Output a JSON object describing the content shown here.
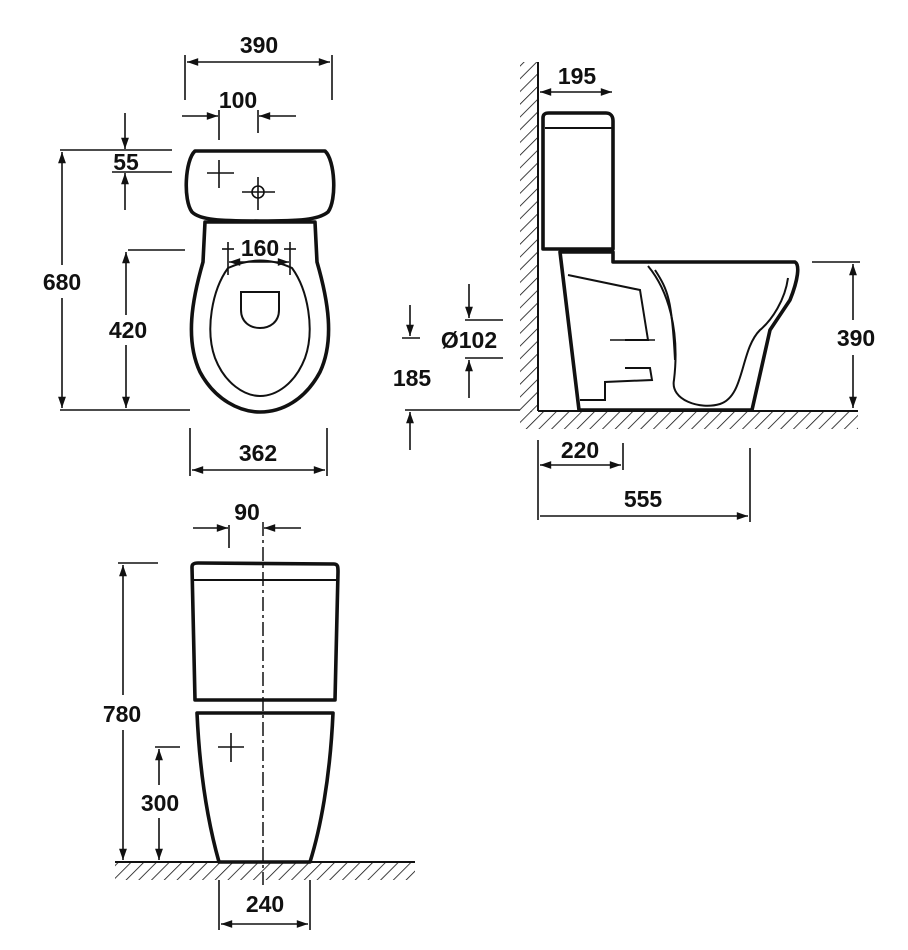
{
  "drawing": {
    "top_view": {
      "overall_width": "390",
      "inlet_offset": "100",
      "inlet_depth": "55",
      "overall_length": "680",
      "seat_hinge_distance": "420",
      "hinge_spacing": "160",
      "bowl_width": "362"
    },
    "side_view": {
      "tank_depth": "195",
      "seat_height": "390",
      "outlet_diameter": "Ø102",
      "outlet_height": "185",
      "outlet_wall_distance": "220",
      "overall_depth": "555"
    },
    "front_view": {
      "inlet_offset": "90",
      "overall_height": "780",
      "inlet_height": "300",
      "base_width": "240"
    }
  },
  "colors": {
    "line": "#111111",
    "background": "#ffffff"
  }
}
